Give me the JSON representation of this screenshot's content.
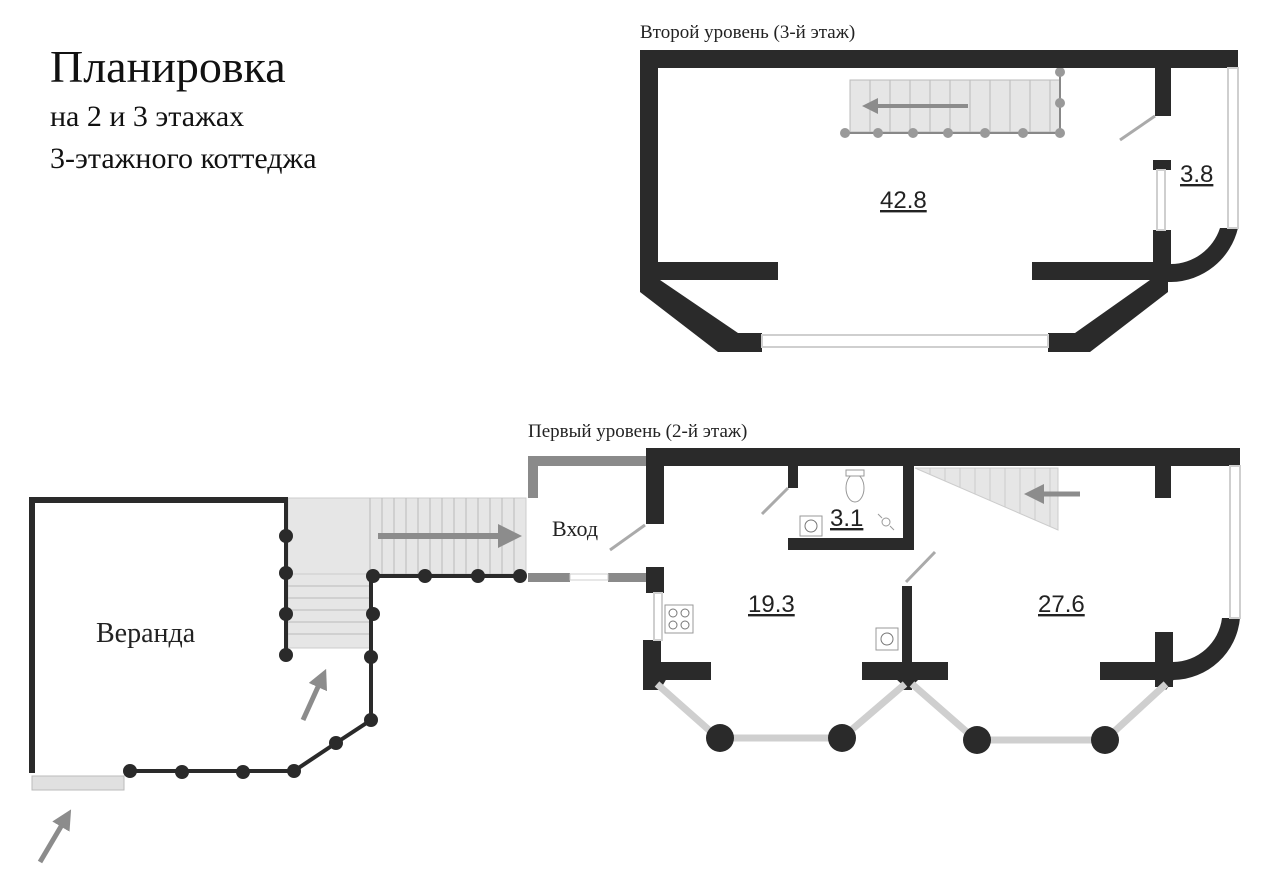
{
  "title": {
    "line1": "Планировка",
    "line2": "на 2 и 3 этажах",
    "line3": "3-этажного коттеджа"
  },
  "levels": {
    "upper": {
      "caption": "Второй уровень (3-й этаж)",
      "main_room_area": "42.8",
      "small_room_area": "3.8"
    },
    "lower": {
      "caption": "Первый уровень (2-й этаж)",
      "room1_area": "19.3",
      "room2_area": "27.6",
      "bathroom_area": "3.1",
      "entrance_label": "Вход",
      "veranda_label": "Веранда"
    }
  },
  "colors": {
    "wall": "#2a2a2a",
    "stair": "#e6e6e6",
    "arrow": "#8c8c8c",
    "window": "#cfcfcf",
    "grey_wall": "#8a8a8a"
  }
}
